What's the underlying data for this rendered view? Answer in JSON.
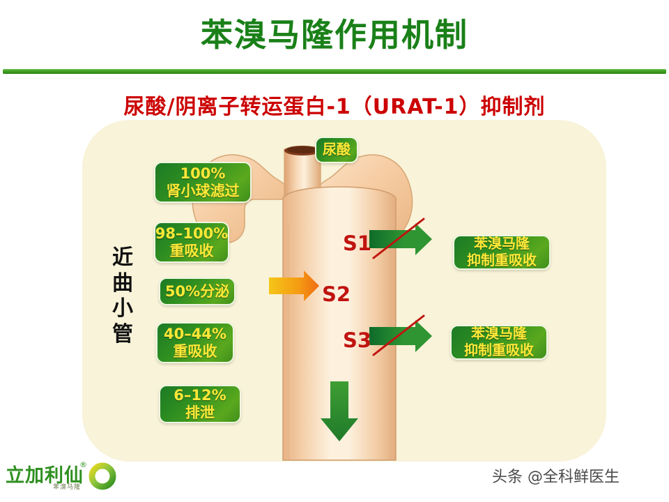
{
  "header": {
    "title": "苯溴马隆作用机制",
    "subtitle": "尿酸/阴离子转运蛋白-1（URAT-1）抑制剂",
    "title_color": "#1a8018",
    "subtitle_color": "#cc0000",
    "rule_color": "#3f9e22"
  },
  "diagram": {
    "panel_color": "#f8f3d9",
    "tubule_color": "#f2c79a",
    "segment_label_color": "#c0140f",
    "box_text_color": "#ffe838",
    "box_fill_color": "#2f8f20",
    "vertical_label": {
      "name": "近曲小管",
      "chars": [
        "近",
        "曲",
        "小",
        "管"
      ]
    },
    "left_labels": [
      {
        "id": "filtration",
        "line1": "100%",
        "line2": "肾小球滤过"
      },
      {
        "id": "reabsorption-1",
        "line1": "98–100%",
        "line2": "重吸收"
      },
      {
        "id": "secretion",
        "line1": "50%分泌",
        "line2": ""
      },
      {
        "id": "reabsorption-2",
        "line1": "40–44%",
        "line2": "重吸收"
      },
      {
        "id": "excretion",
        "line1": "6–12%",
        "line2": "排泄"
      }
    ],
    "uric_acid_label": "尿酸",
    "segments": [
      {
        "id": "s1",
        "label": "S1",
        "arrow": "green-blocked",
        "effect_line1": "苯溴马隆",
        "effect_line2": "抑制重吸收"
      },
      {
        "id": "s2",
        "label": "S2",
        "arrow": "orange-inward",
        "effect_line1": "",
        "effect_line2": ""
      },
      {
        "id": "s3",
        "label": "S3",
        "arrow": "green-blocked",
        "effect_line1": "苯溴马隆",
        "effect_line2": "抑制重吸收"
      }
    ],
    "flow_arrow": "downward-green"
  },
  "footer": {
    "logo_name": "立加利仙",
    "logo_registered": "®",
    "logo_subtitle": "苯溴马隆",
    "watermark": "头条 @全科鲜医生"
  }
}
